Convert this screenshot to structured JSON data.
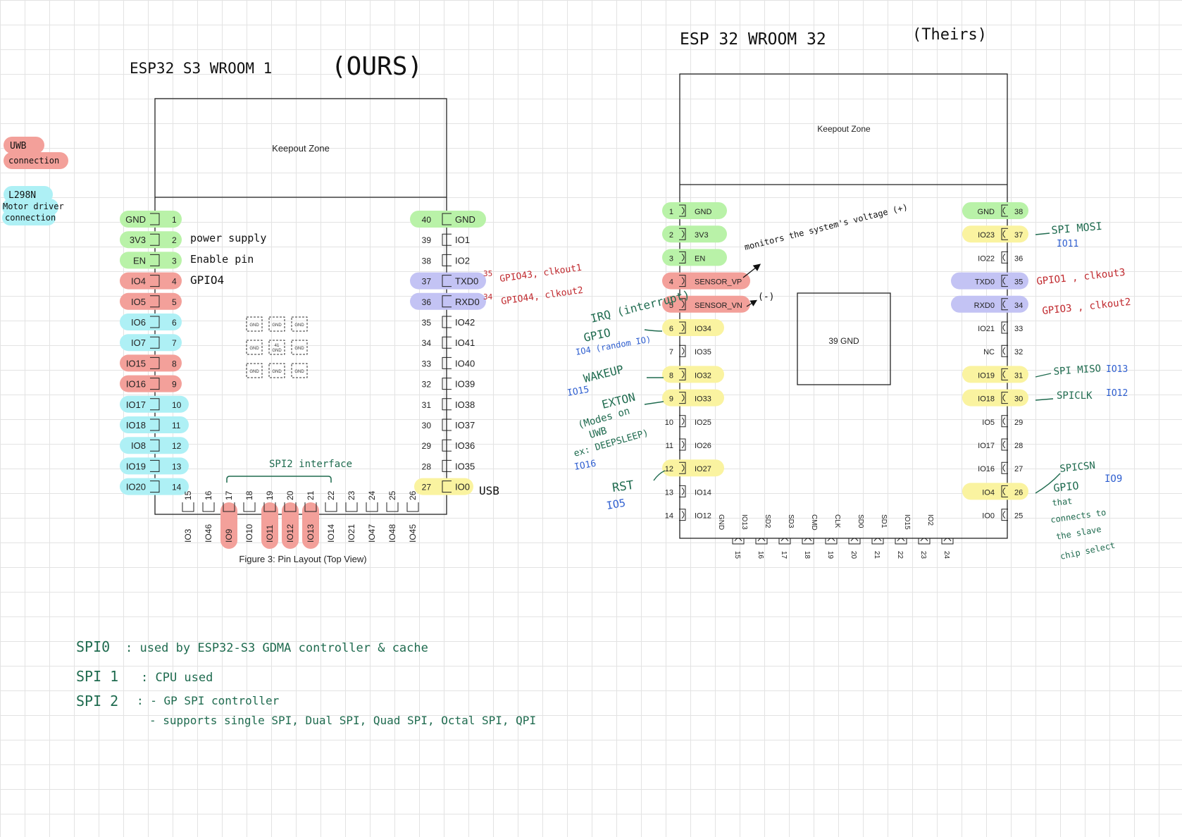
{
  "colors": {
    "uwb": "#f3a09a",
    "l298n": "#aef0f5",
    "power": "#b9f2a8",
    "uart": "#c3c3f4",
    "spi": "#faf3a0",
    "ink_green": "#1f6b4f",
    "ink_red": "#c0282d",
    "ink_blue": "#2f5fd0",
    "ink_black": "#111111"
  },
  "legend": {
    "uwb_line1": "UWB",
    "uwb_line2": "connection",
    "l298n_line1": "L298N",
    "l298n_line2": "Motor driver",
    "l298n_line3": "connection"
  },
  "ours": {
    "title": "ESP32 S3 WROOM 1",
    "title_note": "(OURS)",
    "keepout_label": "Keepout Zone",
    "figure_caption": "Figure 3: Pin Layout (Top View)",
    "spi2_bracket_label": "SPI2 interface",
    "left_pins": [
      {
        "num": "1",
        "name": "GND",
        "hl": "power"
      },
      {
        "num": "2",
        "name": "3V3",
        "hl": "power"
      },
      {
        "num": "3",
        "name": "EN",
        "hl": "power"
      },
      {
        "num": "4",
        "name": "IO4",
        "hl": "uwb"
      },
      {
        "num": "5",
        "name": "IO5",
        "hl": "uwb"
      },
      {
        "num": "6",
        "name": "IO6",
        "hl": "l298n"
      },
      {
        "num": "7",
        "name": "IO7",
        "hl": "l298n"
      },
      {
        "num": "8",
        "name": "IO15",
        "hl": "uwb"
      },
      {
        "num": "9",
        "name": "IO16",
        "hl": "uwb"
      },
      {
        "num": "10",
        "name": "IO17",
        "hl": "l298n"
      },
      {
        "num": "11",
        "name": "IO18",
        "hl": "l298n"
      },
      {
        "num": "12",
        "name": "IO8",
        "hl": "l298n"
      },
      {
        "num": "13",
        "name": "IO19",
        "hl": "l298n"
      },
      {
        "num": "14",
        "name": "IO20",
        "hl": "l298n"
      }
    ],
    "right_pins": [
      {
        "num": "40",
        "name": "GND",
        "hl": "power"
      },
      {
        "num": "39",
        "name": "IO1",
        "hl": ""
      },
      {
        "num": "38",
        "name": "IO2",
        "hl": ""
      },
      {
        "num": "37",
        "name": "TXD0",
        "hl": "uart"
      },
      {
        "num": "36",
        "name": "RXD0",
        "hl": "uart"
      },
      {
        "num": "35",
        "name": "IO42",
        "hl": ""
      },
      {
        "num": "34",
        "name": "IO41",
        "hl": ""
      },
      {
        "num": "33",
        "name": "IO40",
        "hl": ""
      },
      {
        "num": "32",
        "name": "IO39",
        "hl": ""
      },
      {
        "num": "31",
        "name": "IO38",
        "hl": ""
      },
      {
        "num": "30",
        "name": "IO37",
        "hl": ""
      },
      {
        "num": "29",
        "name": "IO36",
        "hl": ""
      },
      {
        "num": "28",
        "name": "IO35",
        "hl": ""
      },
      {
        "num": "27",
        "name": "IO0",
        "hl": "spi"
      }
    ],
    "bottom_pins": [
      {
        "num": "15",
        "name": "IO3",
        "hl": ""
      },
      {
        "num": "16",
        "name": "IO46",
        "hl": ""
      },
      {
        "num": "17",
        "name": "IO9",
        "hl": "uwb"
      },
      {
        "num": "18",
        "name": "IO10",
        "hl": ""
      },
      {
        "num": "19",
        "name": "IO11",
        "hl": "uwb"
      },
      {
        "num": "20",
        "name": "IO12",
        "hl": "uwb"
      },
      {
        "num": "21",
        "name": "IO13",
        "hl": "uwb"
      },
      {
        "num": "22",
        "name": "IO14",
        "hl": ""
      },
      {
        "num": "23",
        "name": "IO21",
        "hl": ""
      },
      {
        "num": "24",
        "name": "IO47",
        "hl": ""
      },
      {
        "num": "25",
        "name": "IO48",
        "hl": ""
      },
      {
        "num": "26",
        "name": "IO45",
        "hl": ""
      }
    ],
    "gnd_pads": [
      "GND",
      "GND",
      "GND",
      "GND",
      "41",
      "GND",
      "GND",
      "GND",
      "GND"
    ],
    "gnd_pad_center_sub": "GND",
    "notes": {
      "pin2": "power supply",
      "pin3": "Enable pin",
      "pin4": "GPIO4",
      "txd_num": "35",
      "txd_note": "GPIO43, clkout1",
      "rxd_num": "34",
      "rxd_note": "GPIO44, clkout2",
      "pin27": "USB"
    }
  },
  "theirs": {
    "title": "ESP 32 WROOM 32",
    "title_note": "(Theirs)",
    "keepout_label": "Keepout Zone",
    "center_pad": "39 GND",
    "left_pins": [
      {
        "num": "1",
        "name": "GND",
        "hl": "power"
      },
      {
        "num": "2",
        "name": "3V3",
        "hl": "power"
      },
      {
        "num": "3",
        "name": "EN",
        "hl": "power"
      },
      {
        "num": "4",
        "name": "SENSOR_VP",
        "hl": "uwb"
      },
      {
        "num": "5",
        "name": "SENSOR_VN",
        "hl": "uwb"
      },
      {
        "num": "6",
        "name": "IO34",
        "hl": "spi"
      },
      {
        "num": "7",
        "name": "IO35",
        "hl": ""
      },
      {
        "num": "8",
        "name": "IO32",
        "hl": "spi"
      },
      {
        "num": "9",
        "name": "IO33",
        "hl": "spi"
      },
      {
        "num": "10",
        "name": "IO25",
        "hl": ""
      },
      {
        "num": "11",
        "name": "IO26",
        "hl": ""
      },
      {
        "num": "12",
        "name": "IO27",
        "hl": "spi"
      },
      {
        "num": "13",
        "name": "IO14",
        "hl": ""
      },
      {
        "num": "14",
        "name": "IO12",
        "hl": ""
      }
    ],
    "right_pins": [
      {
        "num": "38",
        "name": "GND",
        "hl": "power"
      },
      {
        "num": "37",
        "name": "IO23",
        "hl": "spi"
      },
      {
        "num": "36",
        "name": "IO22",
        "hl": ""
      },
      {
        "num": "35",
        "name": "TXD0",
        "hl": "uart"
      },
      {
        "num": "34",
        "name": "RXD0",
        "hl": "uart"
      },
      {
        "num": "33",
        "name": "IO21",
        "hl": ""
      },
      {
        "num": "32",
        "name": "NC",
        "hl": ""
      },
      {
        "num": "31",
        "name": "IO19",
        "hl": "spi"
      },
      {
        "num": "30",
        "name": "IO18",
        "hl": "spi"
      },
      {
        "num": "29",
        "name": "IO5",
        "hl": ""
      },
      {
        "num": "28",
        "name": "IO17",
        "hl": ""
      },
      {
        "num": "27",
        "name": "IO16",
        "hl": ""
      },
      {
        "num": "26",
        "name": "IO4",
        "hl": "spi"
      },
      {
        "num": "25",
        "name": "IO0",
        "hl": ""
      }
    ],
    "bottom_pins": [
      {
        "num": "15",
        "name": "GND"
      },
      {
        "num": "16",
        "name": "IO13"
      },
      {
        "num": "17",
        "name": "SD2"
      },
      {
        "num": "18",
        "name": "SD3"
      },
      {
        "num": "19",
        "name": "CMD"
      },
      {
        "num": "20",
        "name": "CLK"
      },
      {
        "num": "21",
        "name": "SD0"
      },
      {
        "num": "22",
        "name": "SD1"
      },
      {
        "num": "23",
        "name": "IO15"
      },
      {
        "num": "24",
        "name": "IO2"
      }
    ],
    "notes": {
      "vp": "monitors the system's voltage (+)",
      "vn": "(-)",
      "irq": "IRQ (interrupt)",
      "gpio": "GPIO",
      "io4_random": "IO4 (random IO)",
      "wakeup": "WAKEUP",
      "io15": "IO15",
      "exton": "EXTON",
      "exton_desc1": "(Modes on",
      "exton_desc2": "UWB",
      "exton_desc3": "ex: DEEPSLEEP)",
      "io16": "IO16",
      "rst": "RST",
      "io5": "IO5",
      "mosi": "SPI MOSI",
      "io11": "IO11",
      "txd": "GPIO1 , clkout3",
      "rxd": "GPIO3 , clkout2",
      "miso": "SPI MISO",
      "io13": "IO13",
      "clk": "SPICLK",
      "io12": "IO12",
      "csn": "SPICSN",
      "csn_gpio": "GPIO",
      "io9": "IO9",
      "csn_desc1": "that",
      "csn_desc2": "connects to",
      "csn_desc3": "the slave",
      "csn_desc4": "chip select"
    }
  },
  "spi_notes": {
    "spi0_label": "SPI0",
    "spi0_text": ": used by ESP32-S3 GDMA controller & cache",
    "spi1_label": "SPI 1",
    "spi1_text": ": CPU used",
    "spi2_label": "SPI 2",
    "spi2_line1": ": - GP SPI controller",
    "spi2_line2": "- supports single SPI, Dual SPI, Quad SPI, Octal SPI, QPI"
  }
}
